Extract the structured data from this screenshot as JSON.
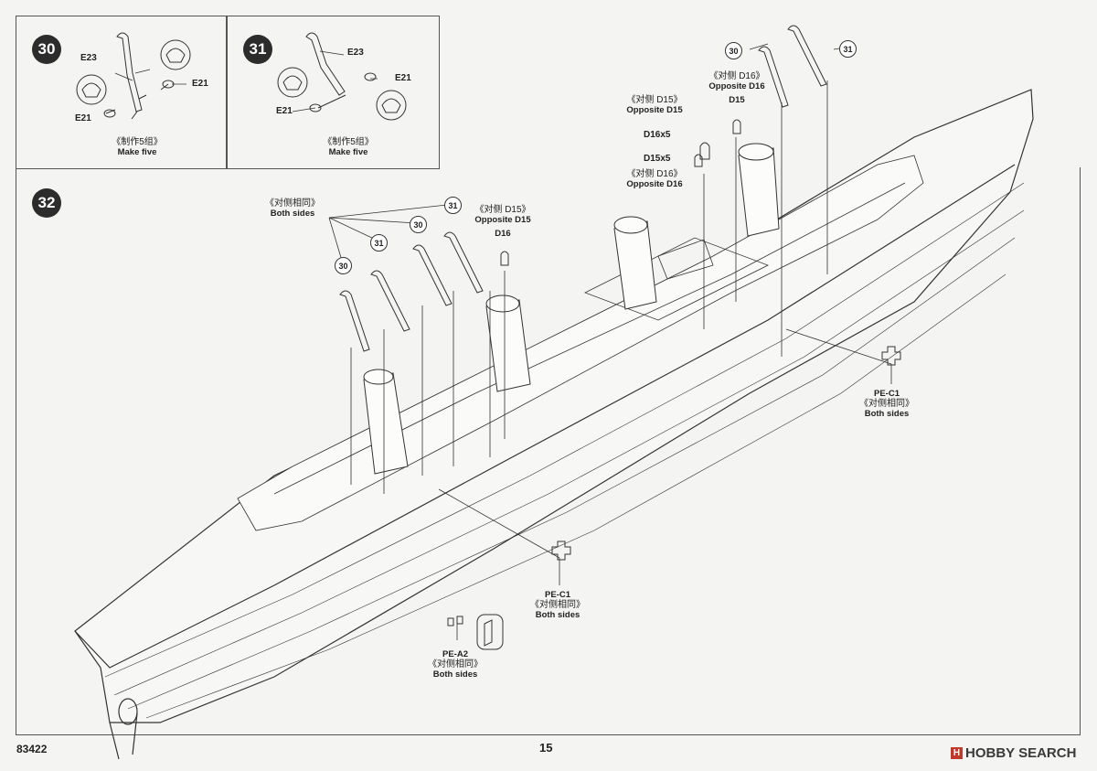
{
  "steps": {
    "s30": "30",
    "s31": "31",
    "s32": "32"
  },
  "panel30": {
    "e23": "E23",
    "e21a": "E21",
    "e21b": "E21",
    "caption_cn": "《制作5组》",
    "caption_en": "Make five"
  },
  "panel31": {
    "e23": "E23",
    "e21a": "E21",
    "e21b": "E21",
    "caption_cn": "《制作5组》",
    "caption_en": "Make five"
  },
  "main": {
    "left_group": {
      "cn": "《对侧相同》",
      "en": "Both sides"
    },
    "refs": [
      "30",
      "31",
      "30",
      "31",
      "30",
      "31"
    ],
    "mid_d15": {
      "cn": "《对侧 D15》",
      "en": "Opposite D15",
      "part": "D16"
    },
    "upper_d15": {
      "cn": "《对侧 D15》",
      "en": "Opposite D15"
    },
    "upper_d16x5": "D16x5",
    "upper_d15x5": "D15x5",
    "upper_d16": {
      "cn": "《对侧 D16》",
      "en": "Opposite D16"
    },
    "top_d16": {
      "cn": "《对侧 D16》",
      "en": "Opposite D16",
      "part": "D15"
    },
    "pe_c1_right": {
      "part": "PE-C1",
      "cn": "《对侧相同》",
      "en": "Both sides"
    },
    "pe_c1_mid": {
      "part": "PE-C1",
      "cn": "《对侧相同》",
      "en": "Both sides"
    },
    "pe_a2": {
      "part": "PE-A2",
      "cn": "《对侧相同》",
      "en": "Both sides"
    }
  },
  "footer": {
    "code": "83422",
    "page": "15",
    "watermark_box": "H",
    "watermark": "HOBBY SEARCH"
  }
}
